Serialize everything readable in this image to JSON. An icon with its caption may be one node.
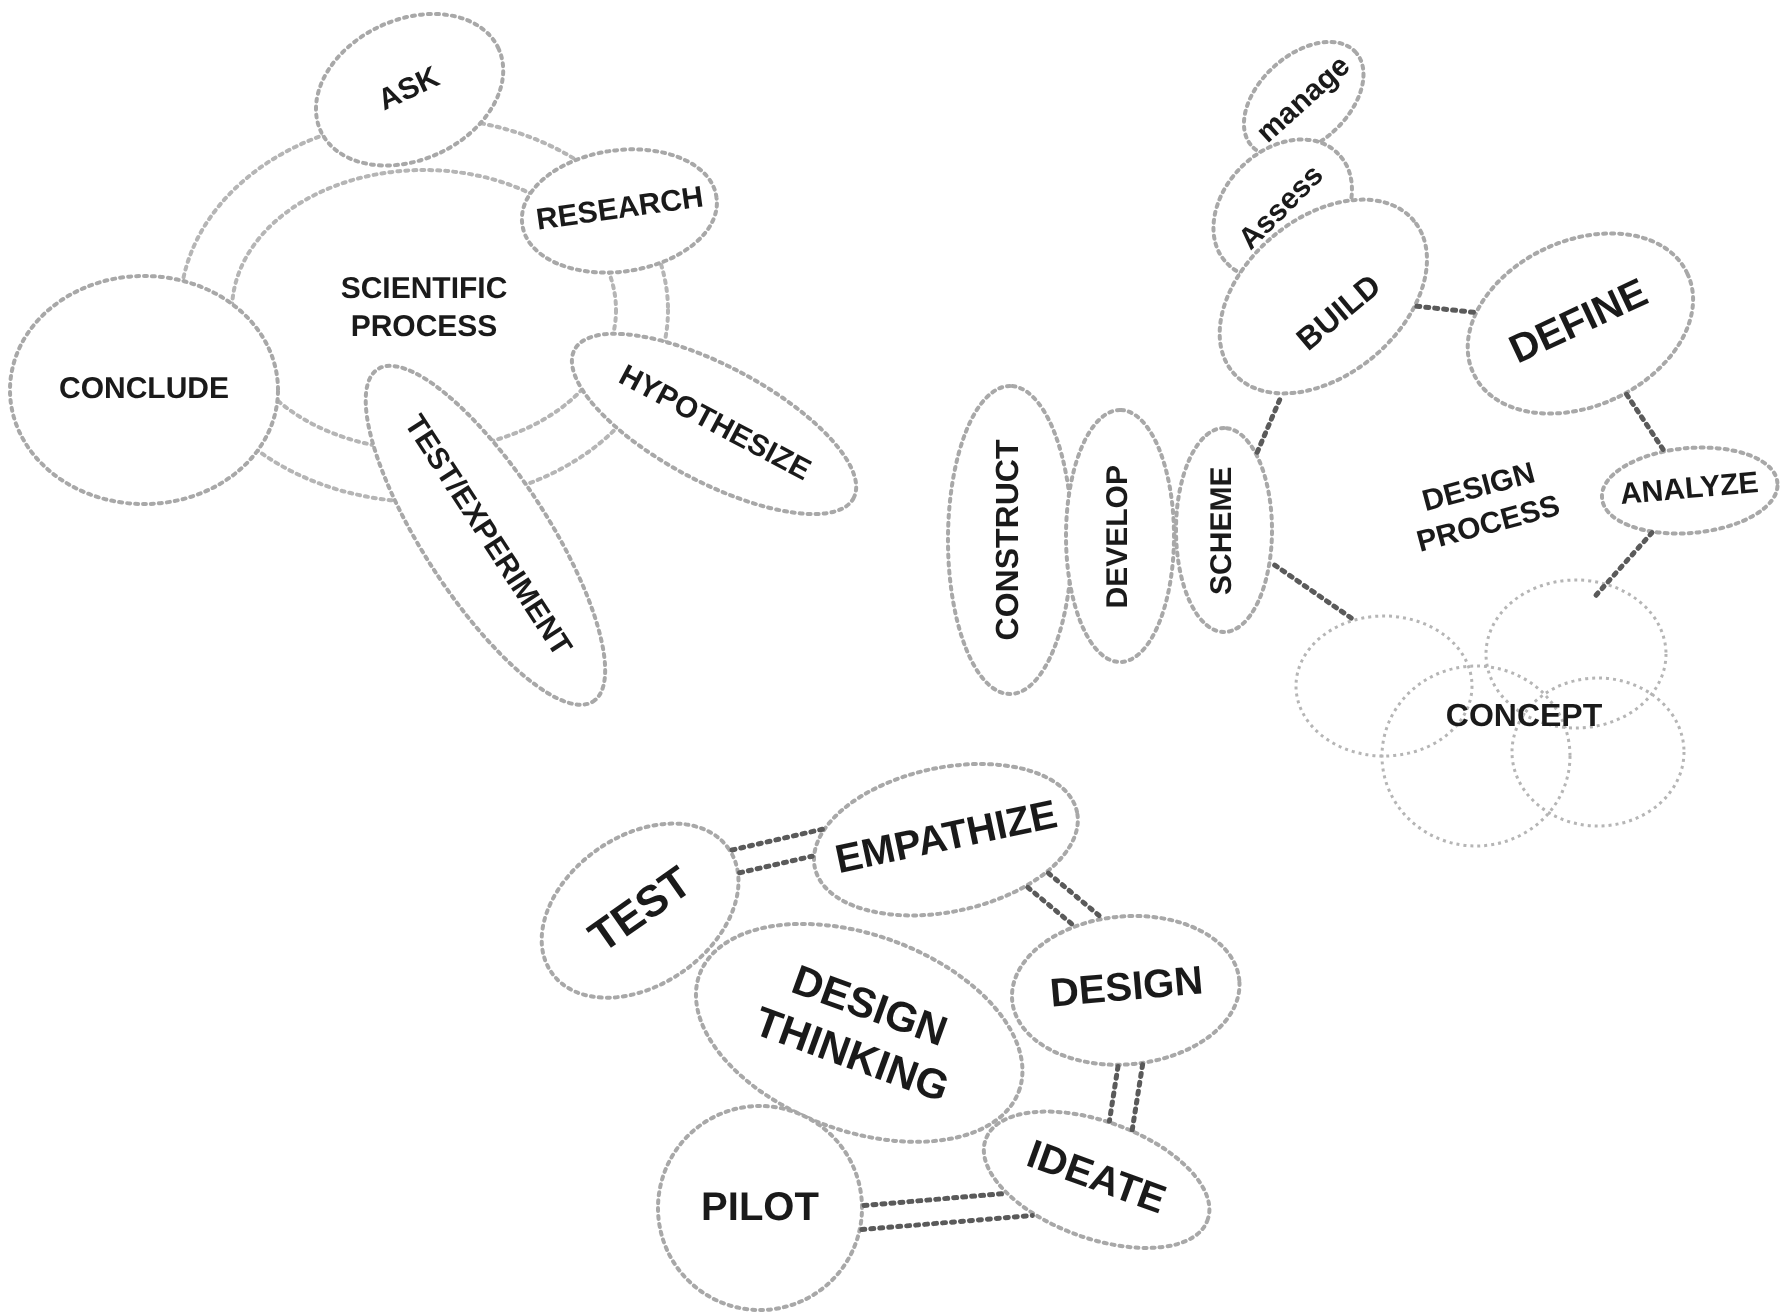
{
  "diagram": {
    "nodes": [
      {
        "text": [
          "SCIENTIFIC PROCESS"
        ]
      },
      {
        "text": [
          "ASK"
        ]
      },
      {
        "text": [
          "RESEARCH"
        ]
      },
      {
        "text": [
          "CONCLUDE"
        ]
      },
      {
        "text": [
          "HYPOTHESIZE"
        ]
      },
      {
        "text": [
          "TEST/EXPERIMENT"
        ]
      },
      {
        "text": [
          "manage"
        ]
      },
      {
        "text": [
          "Assess"
        ]
      },
      {
        "text": [
          "BUILD"
        ]
      },
      {
        "text": [
          "DEFINE"
        ]
      },
      {
        "text": [
          "CONSTRUCT"
        ]
      },
      {
        "text": [
          "DEVELOP"
        ]
      },
      {
        "text": [
          "SCHEME"
        ]
      },
      {
        "text": [
          "ANALYZE"
        ]
      },
      {
        "text": [
          "CONCEPT"
        ]
      },
      {
        "text": [
          "TEST"
        ]
      },
      {
        "text": [
          "EMPATHIZE"
        ]
      },
      {
        "text": [
          "DESIGN THINKING"
        ]
      },
      {
        "text": [
          "DESIGN"
        ]
      },
      {
        "text": [
          "IDEATE"
        ]
      },
      {
        "text": [
          "PILOT"
        ]
      }
    ],
    "edges": [
      {
        "from": 8,
        "to": 9,
        "arrow": "none"
      },
      {
        "from": 9,
        "to": 13,
        "arrow": "none"
      },
      {
        "from": 13,
        "to": 14,
        "arrow": "none"
      },
      {
        "from": 14,
        "to": 12,
        "arrow": "none"
      },
      {
        "from": 12,
        "to": 8,
        "arrow": "none"
      },
      {
        "from": 15,
        "to": 16,
        "arrow": "none"
      },
      {
        "from": 15,
        "to": 16,
        "arrow": "none"
      },
      {
        "from": 16,
        "to": 18,
        "arrow": "none"
      },
      {
        "from": 16,
        "to": 18,
        "arrow": "none"
      },
      {
        "from": 18,
        "to": 19,
        "arrow": "none"
      },
      {
        "from": 18,
        "to": 19,
        "arrow": "none"
      },
      {
        "from": 20,
        "to": 19,
        "arrow": "none"
      },
      {
        "from": 20,
        "to": 19,
        "arrow": "none"
      }
    ],
    "labels": [
      "DESIGN PROCESS"
    ]
  }
}
